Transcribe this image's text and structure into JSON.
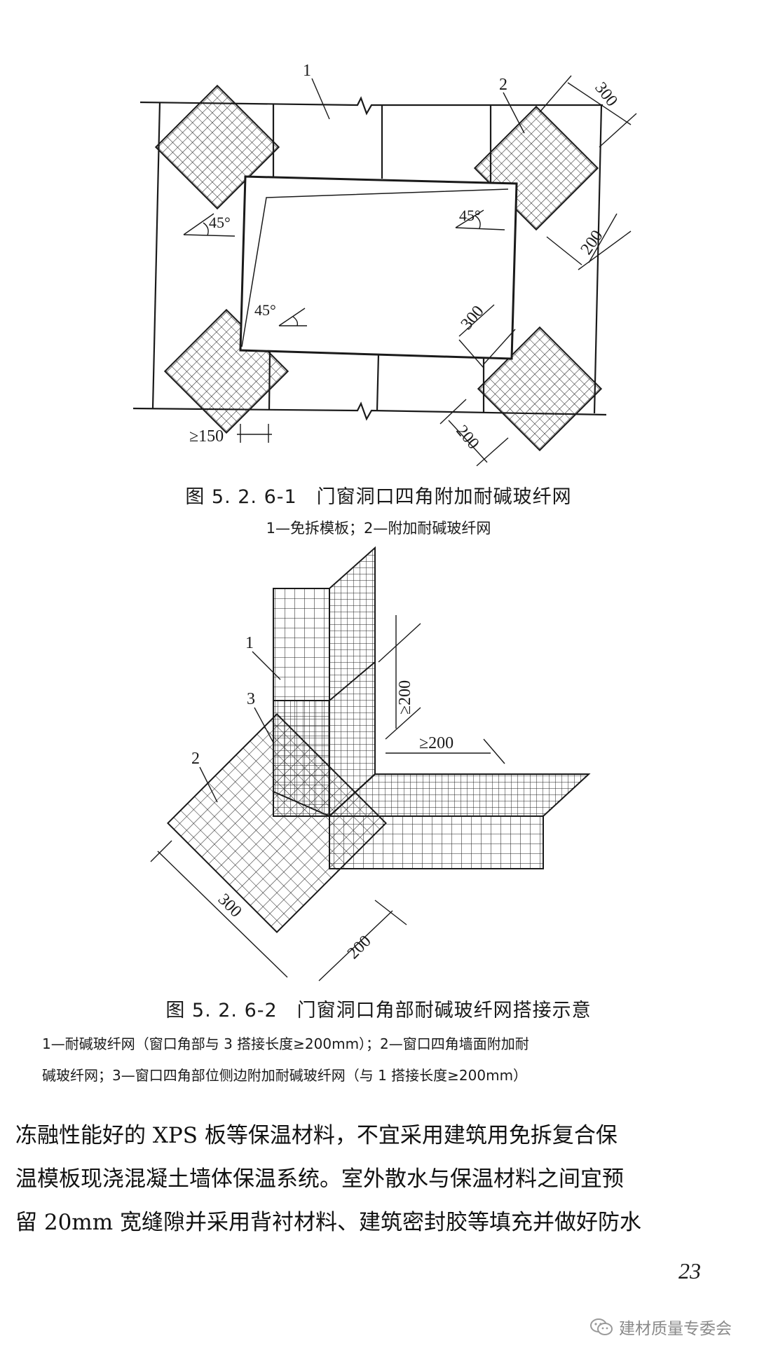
{
  "figure1": {
    "labels": {
      "n1": "1",
      "n2": "2"
    },
    "dims": {
      "d300_top": "300",
      "d200_right": "200",
      "d300_mid": "300",
      "d200_bottom": "200",
      "d150": "≥150"
    },
    "angles": {
      "a1": "45°",
      "a2": "45°",
      "a3": "45°"
    },
    "caption": "图 5. 2. 6-1　门窗洞口四角附加耐碱玻纤网",
    "note": "1—免拆模板；2—附加耐碱玻纤网"
  },
  "figure2": {
    "labels": {
      "n1": "1",
      "n2": "2",
      "n3": "3"
    },
    "dims": {
      "d200_v": "≥200",
      "d200_h": "≥200",
      "d300": "300",
      "d200": "200"
    },
    "caption": "图 5. 2. 6-2　门窗洞口角部耐碱玻纤网搭接示意",
    "note_lines": [
      "1—耐碱玻纤网（窗口角部与 3 搭接长度≥200mm）；2—窗口四角墙面附加耐",
      "碱玻纤网；3—窗口四角部位侧边附加耐碱玻纤网（与 1 搭接长度≥200mm）"
    ]
  },
  "body_lines": [
    "冻融性能好的 XPS 板等保温材料，不宜采用建筑用免拆复合保",
    "温模板现浇混凝土墙体保温系统。室外散水与保温材料之间宜预",
    "留 20mm 宽缝隙并采用背衬材料、建筑密封胶等填充并做好防水"
  ],
  "page_number": "23",
  "watermark": {
    "icon": "wechat-icon",
    "text": "建材质量专委会"
  }
}
